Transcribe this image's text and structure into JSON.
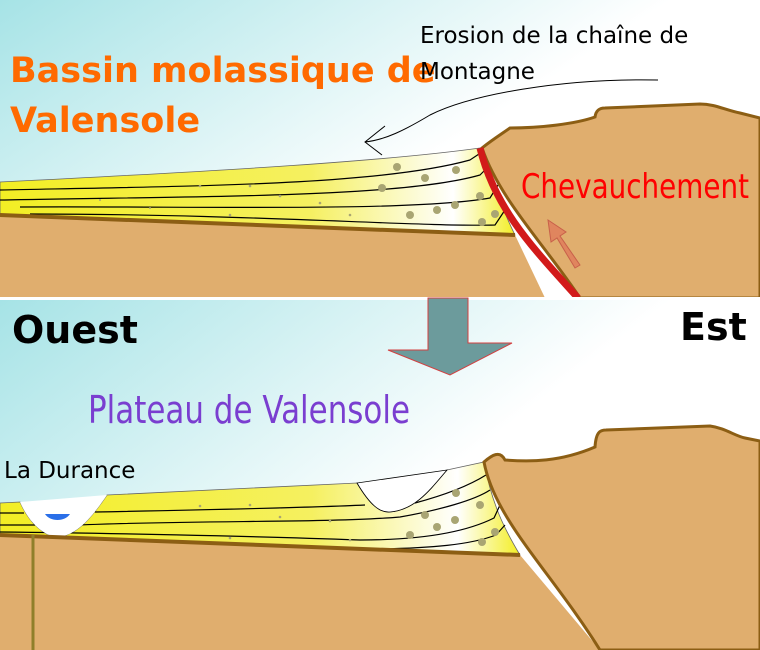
{
  "top_panel": {
    "title": [
      "Bassin molassique de",
      "Valensole"
    ],
    "erosion_label": [
      "Erosion de la chaîne de",
      "Montagne"
    ],
    "thrust_label": "Chevauchement"
  },
  "bottom_panel": {
    "west_label": "Ouest",
    "east_label": "Est",
    "plateau_label": "Plateau de Valensole",
    "river_label": "La Durance"
  },
  "colors": {
    "sky": "#a6e3e6",
    "ground": "#e0ae6e",
    "ground_outline": "#8c5e14",
    "molasse": "#f3ee24",
    "fault": "#d21a1a",
    "title_orange": "#ff6a00",
    "thrust_red": "#ff0000",
    "plateau_purple": "#7a3ed0",
    "river": "#2a6fe8"
  }
}
